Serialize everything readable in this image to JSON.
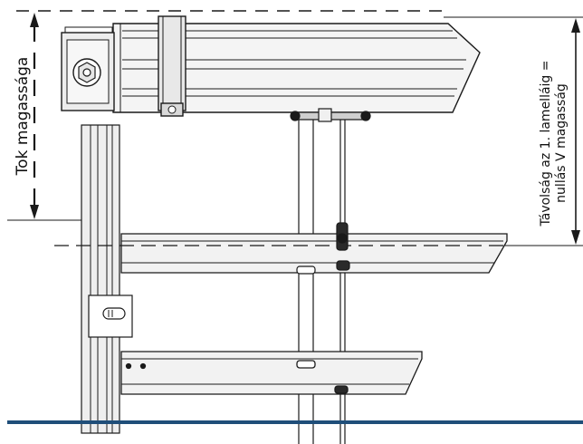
{
  "labels": {
    "frame_height": "Tok magassága",
    "distance_line1": "Távolság az 1. lamelláig =",
    "distance_line2": "nullás V magasság"
  },
  "colors": {
    "line": "#1a1a1a",
    "fill_light": "#f2f2f2",
    "fill_mid": "#e2e2e2",
    "baseline": "#1f4e79"
  }
}
